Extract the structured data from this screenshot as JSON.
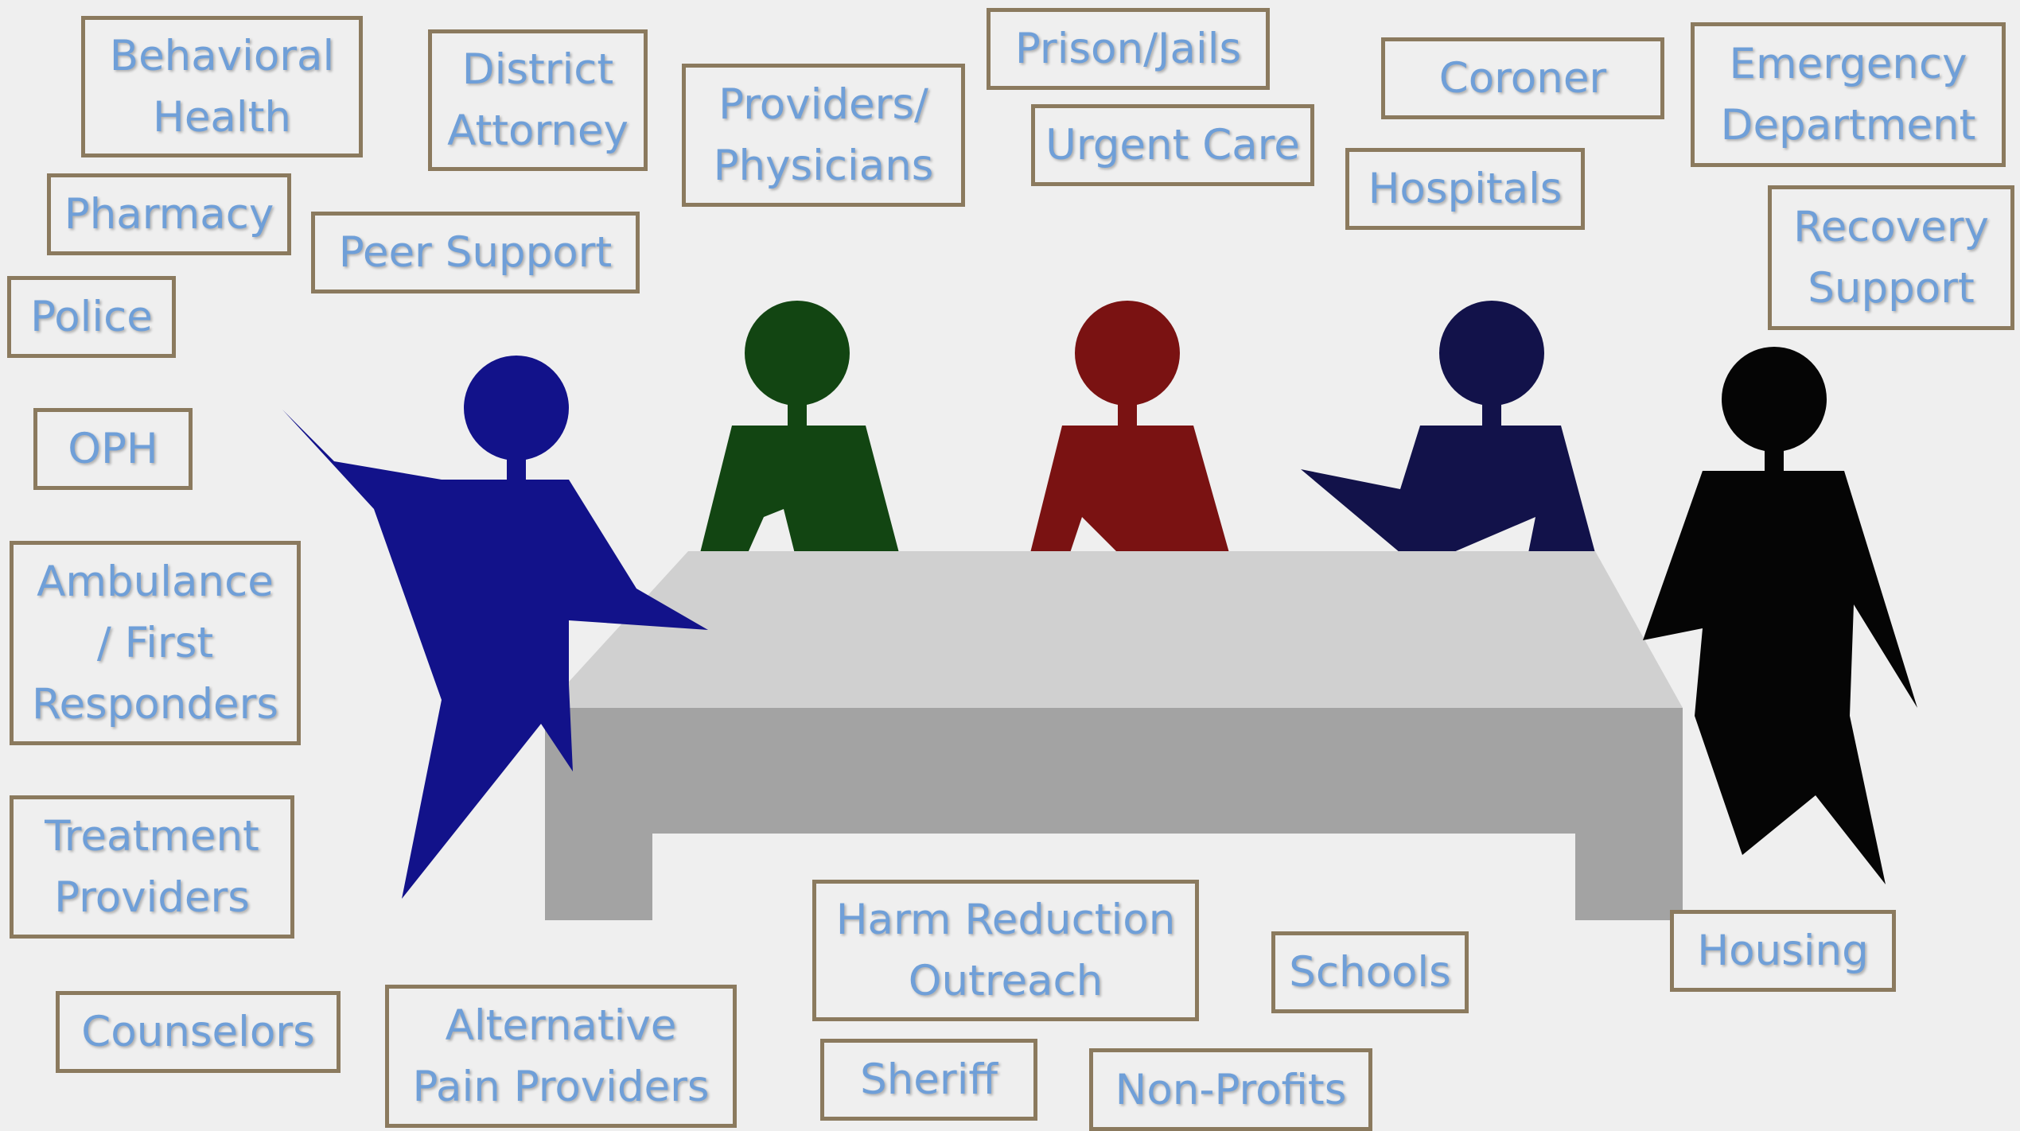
{
  "colors": {
    "background": "#efefef",
    "label_text": "#6f9fd8",
    "label_border": "#8b7a5e",
    "figure_blue": "#12128a",
    "figure_green": "#124512",
    "figure_red": "#7a1212",
    "figure_navy": "#12124a",
    "figure_black": "#050505",
    "table_top": "#d0d0d0",
    "table_front": "#a3a3a3",
    "table_side": "#c6c6c6"
  },
  "figures": [
    {
      "name": "figure-left-blue",
      "color": "figure_blue"
    },
    {
      "name": "figure-green",
      "color": "figure_green"
    },
    {
      "name": "figure-red",
      "color": "figure_red"
    },
    {
      "name": "figure-navy",
      "color": "figure_navy"
    },
    {
      "name": "figure-right-black",
      "color": "figure_black"
    }
  ],
  "labels": {
    "behavioral_health": "Behavioral\nHealth",
    "district_attorney": "District\nAttorney",
    "providers_physicians": "Providers/\nPhysicians",
    "prison_jails": "Prison/Jails",
    "urgent_care": "Urgent Care",
    "coroner": "Coroner",
    "hospitals": "Hospitals",
    "emergency_department": "Emergency\nDepartment",
    "recovery_support": "Recovery\nSupport",
    "pharmacy": "Pharmacy",
    "peer_support": "Peer Support",
    "police": "Police",
    "oph": "OPH",
    "ambulance": "Ambulance\n/  First\nResponders",
    "treatment_providers": "Treatment\nProviders",
    "counselors": "Counselors",
    "alternative_pain": "Alternative\nPain Providers",
    "harm_reduction": "Harm Reduction\nOutreach",
    "sheriff": "Sheriff",
    "non_profits": "Non-Profits",
    "schools": "Schools",
    "housing": "Housing"
  }
}
